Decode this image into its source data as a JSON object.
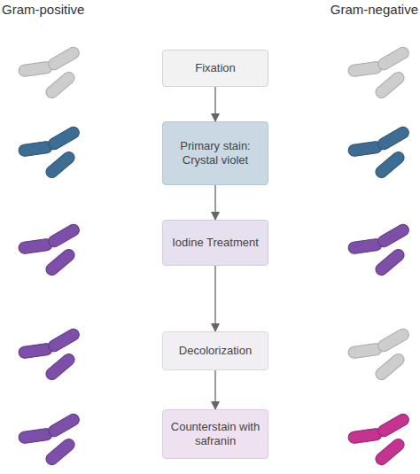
{
  "diagram": {
    "nodes": [
      {
        "text": [
          "Fixation"
        ]
      },
      {
        "text": [
          "Primary stain: Crystal violet"
        ]
      },
      {
        "text": [
          "Iodine Treatment"
        ]
      },
      {
        "text": [
          "Decolorization"
        ]
      },
      {
        "text": [
          "Counterstain with safranin"
        ]
      }
    ],
    "edges": [
      {
        "from": 0,
        "to": 1,
        "arrow": "to"
      },
      {
        "from": 1,
        "to": 2,
        "arrow": "to"
      },
      {
        "from": 2,
        "to": 3,
        "arrow": "to"
      },
      {
        "from": 3,
        "to": 4,
        "arrow": "to"
      }
    ],
    "labels": [
      "Gram-positive",
      "Gram-negative"
    ]
  }
}
